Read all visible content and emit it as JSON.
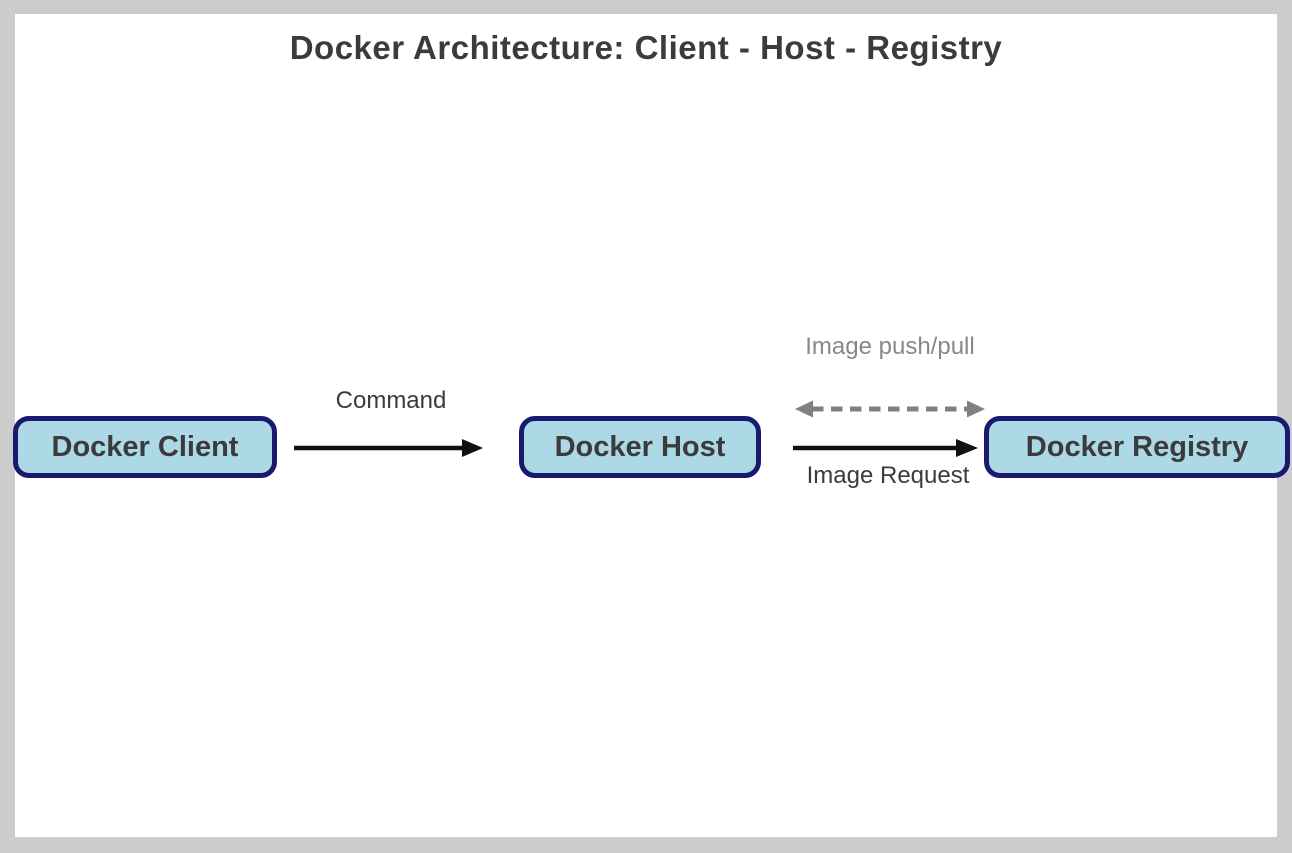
{
  "title": "Docker Architecture: Client - Host - Registry",
  "diagram": {
    "nodes": [
      {
        "id": "docker-client",
        "label": "Docker Client"
      },
      {
        "id": "docker-host",
        "label": "Docker Host"
      },
      {
        "id": "docker-registry",
        "label": "Docker Registry"
      }
    ],
    "edges": [
      {
        "from": "docker-client",
        "to": "docker-host",
        "label": "Command",
        "style": "solid",
        "direction": "forward"
      },
      {
        "from": "docker-host",
        "to": "docker-registry",
        "label": "Image Request",
        "style": "solid",
        "direction": "forward"
      },
      {
        "from": "docker-host",
        "to": "docker-registry",
        "label": "Image push/pull",
        "style": "dashed",
        "direction": "both"
      }
    ]
  },
  "colors": {
    "frame": "#cccccc",
    "canvas": "#ffffff",
    "node_fill": "#add8e6",
    "node_border": "#191970",
    "text_dark": "#3b3b3b",
    "edge_solid": "#111111",
    "edge_dashed": "#808080",
    "label_muted": "#888888"
  }
}
